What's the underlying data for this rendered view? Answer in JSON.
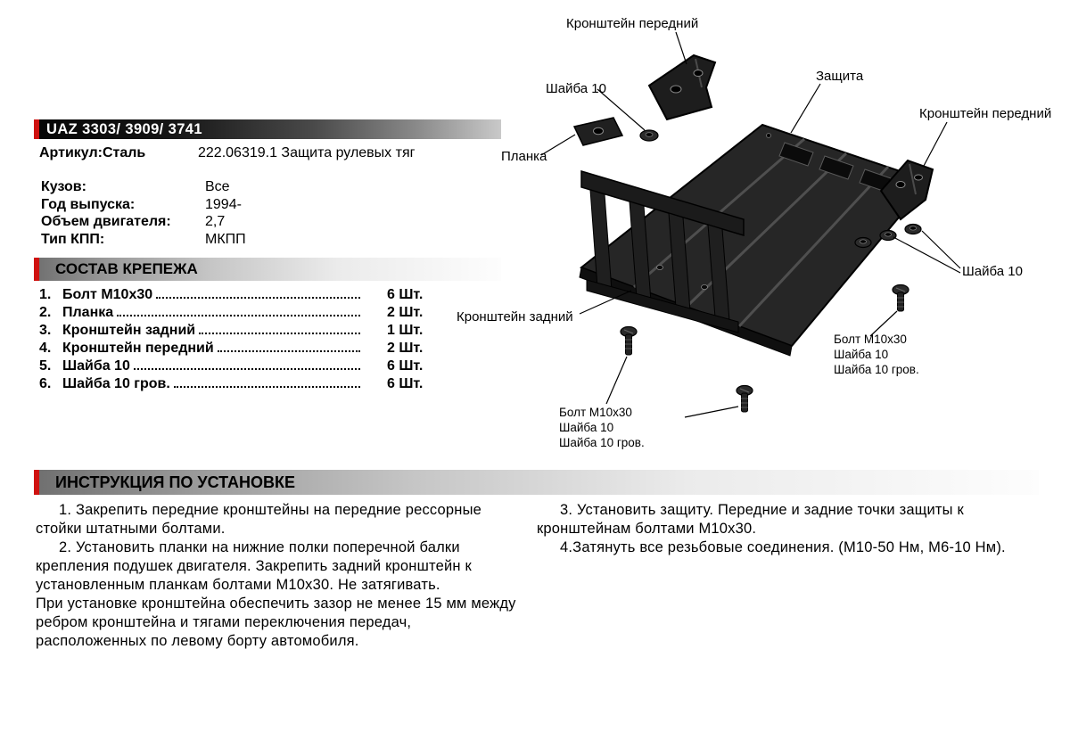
{
  "colors": {
    "accent_red": "#cf1210"
  },
  "header": {
    "title": "UAZ 3303/ 3909/ 3741"
  },
  "product": {
    "article_label": "Артикул:Сталь",
    "article_value": "222.06319.1 Защита рулевых тяг",
    "specs": [
      {
        "label": "Кузов:",
        "value": "Все"
      },
      {
        "label": "Год выпуска:",
        "value": "1994-"
      },
      {
        "label": "Объем двигателя:",
        "value": "2,7"
      },
      {
        "label": "Тип КПП:",
        "value": "МКПП"
      }
    ]
  },
  "hardware": {
    "section_title": "СОСТАВ КРЕПЕЖА",
    "items": [
      {
        "num": "1.",
        "name": "Болт М10х30",
        "qty": "6 Шт."
      },
      {
        "num": "2.",
        "name": "Планка",
        "qty": "2 Шт."
      },
      {
        "num": "3.",
        "name": "Кронштейн задний",
        "qty": "1 Шт."
      },
      {
        "num": "4.",
        "name": "Кронштейн передний",
        "qty": "2 Шт."
      },
      {
        "num": "5.",
        "name": "Шайба 10",
        "qty": "6 Шт."
      },
      {
        "num": "6.",
        "name": "Шайба 10 гров.",
        "qty": "6 Шт."
      }
    ]
  },
  "diagram": {
    "labels": {
      "bracket_front_top": "Кронштейн передний",
      "bracket_front_right": "Кронштейн передний",
      "washer_top": "Шайба 10",
      "washer_right": "Шайба 10",
      "shield": "Защита",
      "plate_strip": "Планка",
      "bracket_rear": "Кронштейн задний",
      "bolt_stack": [
        "Болт М10х30",
        "Шайба 10",
        "Шайба 10 гров."
      ]
    }
  },
  "instructions": {
    "section_title": "ИНСТРУКЦИЯ ПО УСТАНОВКЕ",
    "left_paragraphs": [
      "1. Закрепить передние кронштейны на передние рессорные стойки штатными болтами.",
      "2.  Установить планки на нижние полки поперечной балки крепления подушек двигателя. Закрепить задний кронштейн к установленным планкам болтами М10х30. Не затягивать.",
      "При установке кронштейна обеспечить зазор не менее 15 мм между ребром кронштейна и тягами переключения передач, расположенных по левому борту автомобиля."
    ],
    "right_paragraphs": [
      "3. Установить защиту. Передние и задние точки защиты к кронштейнам болтами М10х30.",
      "4.Затянуть все резьбовые соединения. (М10-50 Нм, М6-10 Нм)."
    ]
  }
}
